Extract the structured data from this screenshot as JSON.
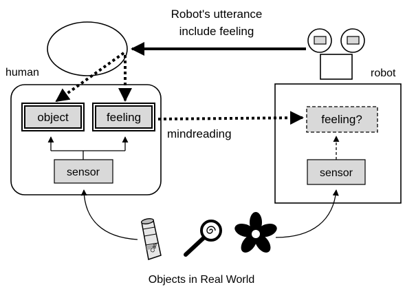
{
  "caption": {
    "utterance_line1": "Robot's utterance",
    "utterance_line2": "include feeling",
    "human": "human",
    "robot": "robot",
    "mindreading": "mindreading",
    "bottom": "Objects in Real World"
  },
  "human_panel": {
    "object_label": "object",
    "feeling_label": "feeling",
    "sensor_label": "sensor"
  },
  "robot_panel": {
    "feeling_label": "feeling?",
    "sensor_label": "sensor"
  },
  "objects": {
    "can_text": "Cas"
  },
  "icons": [
    "thought-bubble-icon",
    "robot-head-icon",
    "can-icon",
    "lollipop-icon",
    "flower-icon"
  ],
  "colors": {
    "box_fill": "#d9d9d9",
    "stroke": "#000000",
    "background": "#ffffff"
  }
}
